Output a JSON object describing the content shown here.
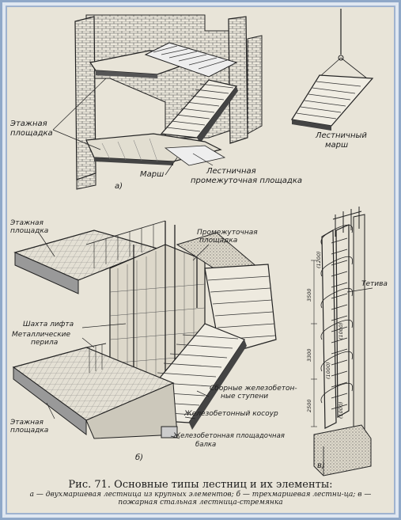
{
  "labels": {
    "a_floor_landing_line1": "Этажная",
    "a_floor_landing_line2": "площадка",
    "a_flight_line1": "Лестничный",
    "a_flight_line2": "марш",
    "a_marsh": "Марш",
    "a_interm_line1": "Лестничная",
    "a_interm_line2": "промежуточная площадка",
    "a_letter": "а)",
    "b_floor_landing_top_line1": "Этажная",
    "b_floor_landing_top_line2": "площадка",
    "b_interm_line1": "Промежуточная",
    "b_interm_line2": "площадка",
    "b_shaft": "Шахта лифта",
    "b_rail_line1": "Металлические",
    "b_rail_line2": "перила",
    "b_steps_line1": "Сборные железобетон-",
    "b_steps_line2": "ные ступени",
    "b_stringer": "Железобетонный косоур",
    "b_floor_landing_bottom_line1": "Этажная",
    "b_floor_landing_bottom_line2": "площадка",
    "b_beam_line1": "Железобетонная площадочная",
    "b_beam_line2": "балка",
    "b_letter": "б)",
    "c_tetiva": "Тетива",
    "c_letter": "в)",
    "c_dims_left": [
      "3500",
      "3300",
      "2500"
    ],
    "c_dims_right": [
      "(1200)",
      "(1000)",
      "(1000)",
      "(1000)"
    ]
  },
  "caption": {
    "title": "Рис. 71. Основные типы лестниц и их элементы:",
    "description": "а — двухмаршевая лестница из крупных элементов; б — трехмаршевая лестни-ца; в — пожарная стальная лестница-стремянка"
  }
}
